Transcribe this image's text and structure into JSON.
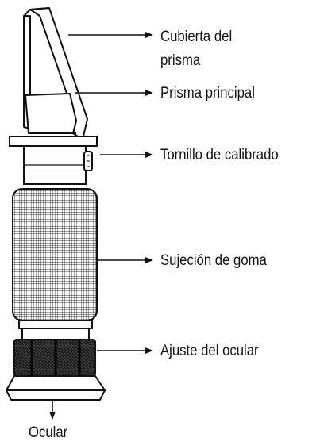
{
  "labels": {
    "prism_cover": "Cubierta del prisma",
    "main_prism": "Prisma principal",
    "calibration_screw": "Tornillo de calibrado",
    "rubber_grip": "Sujeción de goma",
    "eyepiece_adjust": "Ajuste del ocular",
    "eyepiece": "Ocular"
  },
  "colors": {
    "ink": "#111111",
    "background": "#ffffff"
  }
}
